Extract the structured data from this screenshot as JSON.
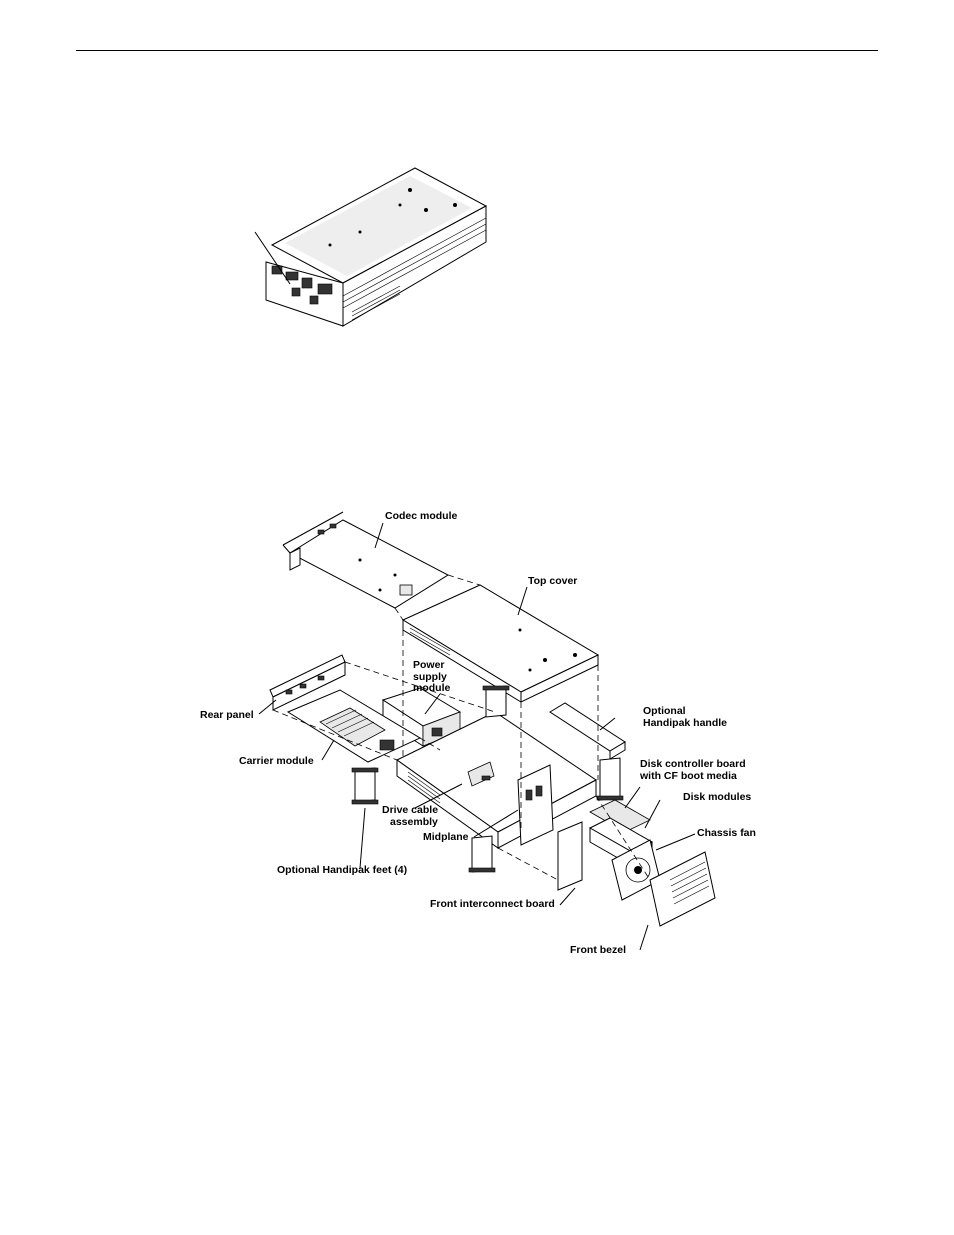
{
  "labels": {
    "codec_module": "Codec module",
    "top_cover": "Top cover",
    "power_supply": [
      "Power",
      "supply",
      "module"
    ],
    "optional_handle": [
      "Optional",
      "Handipak handle"
    ],
    "rear_panel": "Rear panel",
    "carrier_module": "Carrier module",
    "disk_controller": [
      "Disk controller board",
      "with CF boot media"
    ],
    "disk_modules": "Disk modules",
    "drive_cable": [
      "Drive cable",
      "assembly"
    ],
    "chassis_fan": "Chassis fan",
    "midplane": "Midplane",
    "handipak_feet": "Optional Handipak feet (4)",
    "front_interconnect": "Front interconnect board",
    "front_bezel": "Front bezel"
  }
}
